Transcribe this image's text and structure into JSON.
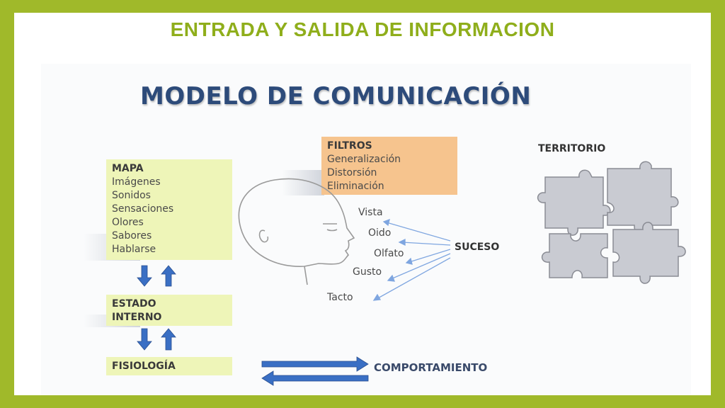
{
  "slide": {
    "title": "ENTRADA Y SALIDA DE INFORMACION"
  },
  "diagram": {
    "title": "MODELO DE COMUNICACIÓN",
    "mapa": {
      "header": "MAPA",
      "items": [
        "Imágenes",
        "Sonidos",
        "Sensaciones",
        "Olores",
        "Sabores",
        "Hablarse"
      ]
    },
    "filtros": {
      "header": "FILTROS",
      "items": [
        "Generalización",
        "Distorsión",
        "Eliminación"
      ]
    },
    "territorio": "TERRITORIO",
    "suceso": "SUCESO",
    "senses": [
      "Vista",
      "Oido",
      "Olfato",
      "Gusto",
      "Tacto"
    ],
    "estado": [
      "ESTADO",
      "INTERNO"
    ],
    "fisiologia": "FISIOLOGÍA",
    "comportamiento": "COMPORTAMIENTO",
    "colors": {
      "frame": "#a0b92a",
      "slide_title": "#8fae1b",
      "diagram_title": "#2d4b7a",
      "mapa_box": "#eef5b8",
      "filtros_box": "#f6c48e",
      "arrow_blue": "#3a6fc4",
      "thin_arrow": "#7fa6e0",
      "puzzle": "#c9cbd2"
    }
  }
}
